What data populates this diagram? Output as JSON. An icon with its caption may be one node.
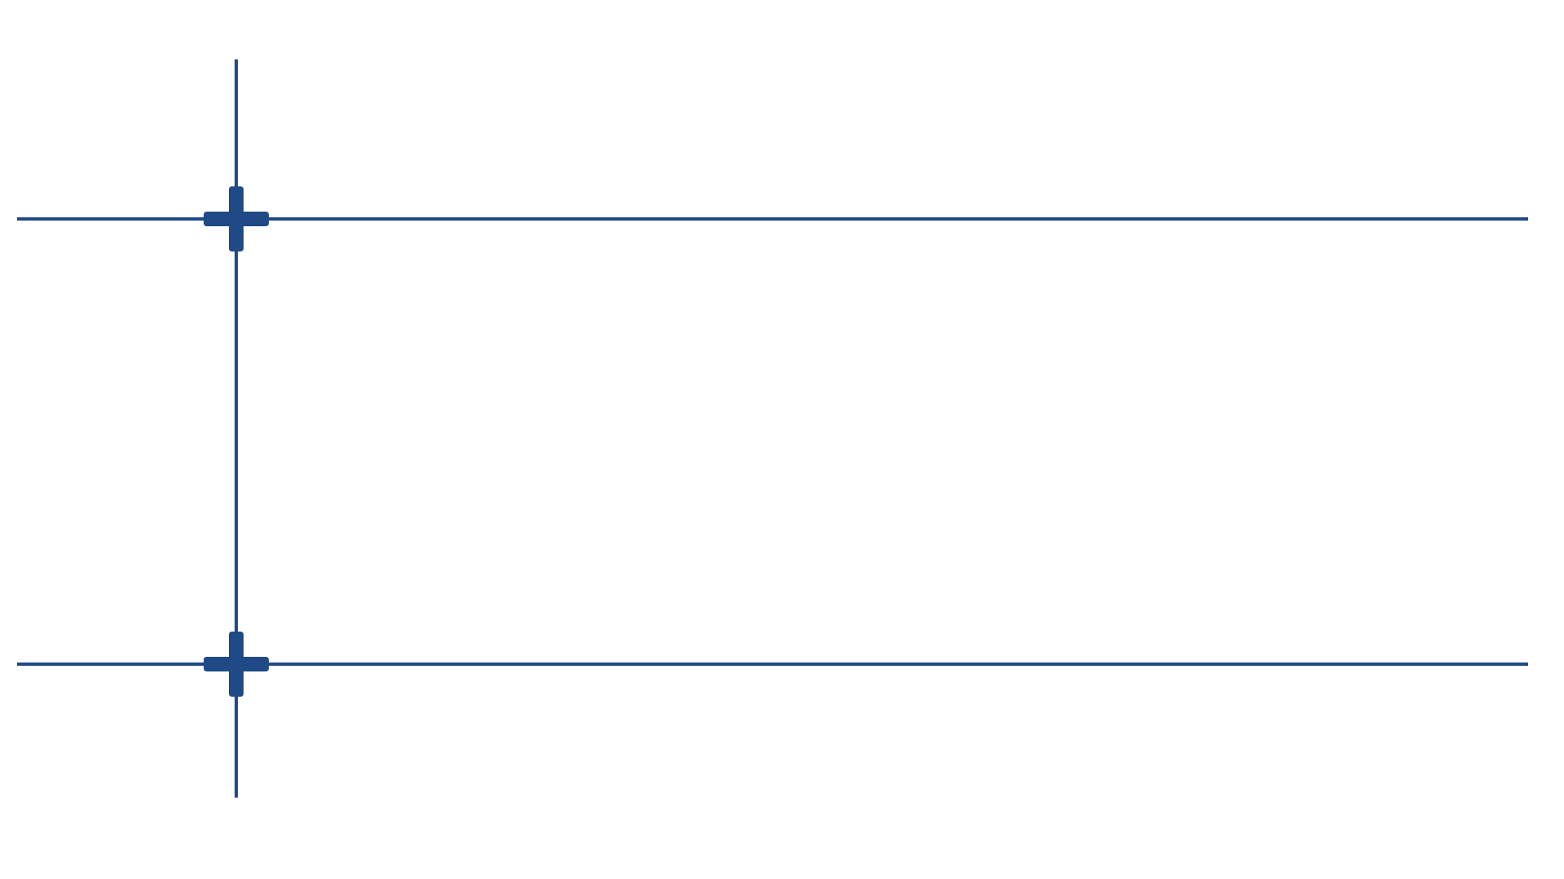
{
  "diagram": {
    "nodes": [
      {
        "text": [],
        "shape": "cross"
      },
      {
        "text": [],
        "shape": "cross"
      }
    ],
    "edges": [
      {
        "from": null,
        "to": 0,
        "arrow": "none"
      },
      {
        "from": 0,
        "to": 1,
        "arrow": "none"
      },
      {
        "from": 1,
        "to": null,
        "arrow": "none"
      },
      {
        "from": null,
        "to": 0,
        "arrow": "none"
      },
      {
        "from": 0,
        "to": null,
        "arrow": "none"
      },
      {
        "from": null,
        "to": 1,
        "arrow": "none"
      },
      {
        "from": 1,
        "to": null,
        "arrow": "none"
      }
    ]
  }
}
